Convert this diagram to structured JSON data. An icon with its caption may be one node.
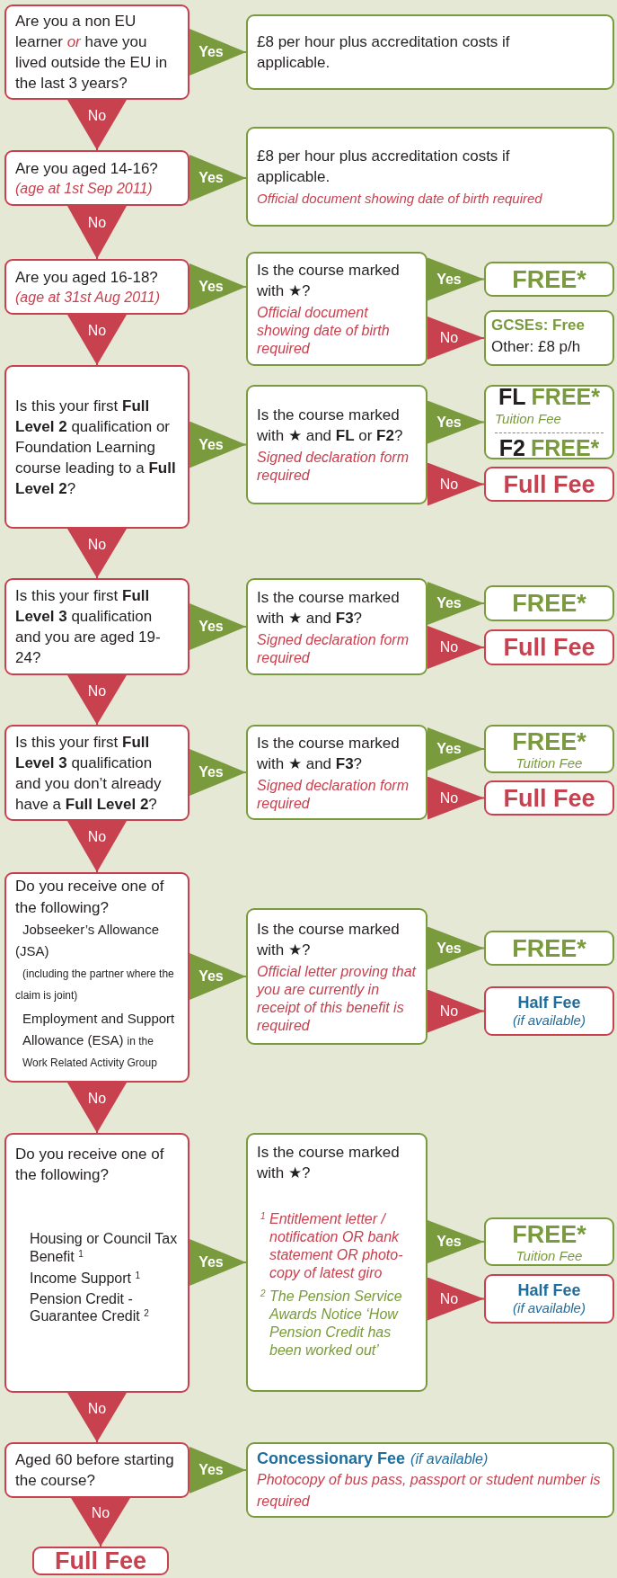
{
  "diagram": {
    "nodes": [
      {
        "text": [
          "Are you a non EU learner *or* have you lived outside the EU in the last 3 years?"
        ]
      },
      {
        "text": [
          "£8 per hour plus accreditation costs if applicable."
        ]
      },
      {
        "text": [
          "Are you aged 14-16?",
          "(age at 1st Sep 2011)"
        ]
      },
      {
        "text": [
          "£8 per hour plus accreditation costs if applicable.",
          "Official document showing date of birth required"
        ]
      },
      {
        "text": [
          "Are you aged 16-18?",
          "(age at 31st Aug 2011)"
        ]
      },
      {
        "text": [
          "Is the course marked with ★?",
          "Official document showing date of birth required"
        ]
      },
      {
        "text": [
          "FREE*"
        ]
      },
      {
        "text": [
          "GCSEs: Free",
          "Other: £8 p/h"
        ]
      },
      {
        "text": [
          "Is this your first **Full Level 2** qualification or Foundation Learning course leading to a **Full Level 2**?"
        ]
      },
      {
        "text": [
          "Is the course marked with ★ and **FL** or **F2**?",
          "Signed declaration form required"
        ]
      },
      {
        "text": [
          "FL",
          "FREE*",
          "Tuition Fee",
          "F2",
          "FREE*"
        ]
      },
      {
        "text": [
          "Full Fee"
        ]
      },
      {
        "text": [
          "Is this your first **Full Level 3** qualification and you are aged 19-24?"
        ]
      },
      {
        "text": [
          "Is the course marked with ★ and **F3**?",
          "Signed declaration form required"
        ]
      },
      {
        "text": [
          "FREE*"
        ]
      },
      {
        "text": [
          "Full Fee"
        ]
      },
      {
        "text": [
          "Is this your first **Full Level 3** qualification and you don’t already have a **Full Level 2**?"
        ]
      },
      {
        "text": [
          "Is the course marked with ★ and **F3**?",
          "Signed declaration form required"
        ]
      },
      {
        "text": [
          "FREE*",
          "Tuition Fee"
        ]
      },
      {
        "text": [
          "Full Fee"
        ]
      },
      {
        "text": [
          "Do you receive one of the following?",
          "Jobseeker’s Allowance (JSA)",
          "(including the partner where the claim is joint)",
          "Employment and Support Allowance (ESA)",
          "in the Work Related Activity Group"
        ]
      },
      {
        "text": [
          "Is the course marked with ★?",
          "Official letter proving that you are currently in receipt of this benefit is required"
        ]
      },
      {
        "text": [
          "FREE*"
        ]
      },
      {
        "text": [
          "Half Fee",
          "(if available)"
        ]
      },
      {
        "text": [
          "Do you receive one of the following?",
          "Housing or Council Tax Benefit $^{1}$",
          "Income Support $^{1}$",
          "Pension Credit - Guarantee Credit $^{2}$"
        ]
      },
      {
        "text": [
          "Is the course marked with ★?",
          "$^{1}$ Entitlement letter / notification OR bank statement OR photo-copy of latest giro",
          "$^{2}$ The Pension Service Awards Notice ‘How Pension Credit has been worked out’"
        ]
      },
      {
        "text": [
          "FREE*",
          "Tuition Fee"
        ]
      },
      {
        "text": [
          "Half Fee",
          "(if available)"
        ]
      },
      {
        "text": [
          "Aged 60 before starting the course?"
        ]
      },
      {
        "text": [
          "Concessionary Fee",
          "(if available)",
          "Photocopy of bus pass, passport or student number is required"
        ]
      },
      {
        "text": [
          "Full Fee"
        ]
      }
    ],
    "edges": [
      {
        "from": 0,
        "to": 1,
        "arrow": "to",
        "label": "Yes"
      },
      {
        "from": 0,
        "to": 2,
        "arrow": "to",
        "label": "No",
        "color": "#c8414f"
      },
      {
        "from": 2,
        "to": 3,
        "arrow": "to",
        "label": "Yes"
      },
      {
        "from": 2,
        "to": 4,
        "arrow": "to",
        "label": "No",
        "color": "#c8414f"
      },
      {
        "from": 4,
        "to": 5,
        "arrow": "to",
        "label": "Yes"
      },
      {
        "from": 5,
        "to": 6,
        "arrow": "to",
        "label": "Yes"
      },
      {
        "from": 5,
        "to": 7,
        "arrow": "to",
        "label": "No",
        "color": "#c8414f"
      },
      {
        "from": 4,
        "to": 8,
        "arrow": "to",
        "label": "No",
        "color": "#c8414f"
      },
      {
        "from": 8,
        "to": 9,
        "arrow": "to",
        "label": "Yes"
      },
      {
        "from": 9,
        "to": 10,
        "arrow": "to",
        "label": "Yes"
      },
      {
        "from": 9,
        "to": 11,
        "arrow": "to",
        "label": "No",
        "color": "#c8414f"
      },
      {
        "from": 8,
        "to": 12,
        "arrow": "to",
        "label": "No",
        "color": "#c8414f"
      },
      {
        "from": 12,
        "to": 13,
        "arrow": "to",
        "label": "Yes"
      },
      {
        "from": 13,
        "to": 14,
        "arrow": "to",
        "label": "Yes"
      },
      {
        "from": 13,
        "to": 15,
        "arrow": "to",
        "label": "No",
        "color": "#c8414f"
      },
      {
        "from": 12,
        "to": 16,
        "arrow": "to",
        "label": "No",
        "color": "#c8414f"
      },
      {
        "from": 16,
        "to": 17,
        "arrow": "to",
        "label": "Yes"
      },
      {
        "from": 17,
        "to": 18,
        "arrow": "to",
        "label": "Yes"
      },
      {
        "from": 17,
        "to": 19,
        "arrow": "to",
        "label": "No",
        "color": "#c8414f"
      },
      {
        "from": 16,
        "to": 20,
        "arrow": "to",
        "label": "No",
        "color": "#c8414f"
      },
      {
        "from": 20,
        "to": 21,
        "arrow": "to",
        "label": "Yes"
      },
      {
        "from": 21,
        "to": 22,
        "arrow": "to",
        "label": "Yes"
      },
      {
        "from": 21,
        "to": 23,
        "arrow": "to",
        "label": "No",
        "color": "#c8414f"
      },
      {
        "from": 20,
        "to": 24,
        "arrow": "to",
        "label": "No",
        "color": "#c8414f"
      },
      {
        "from": 24,
        "to": 25,
        "arrow": "to",
        "label": "Yes"
      },
      {
        "from": 25,
        "to": 26,
        "arrow": "to",
        "label": "Yes"
      },
      {
        "from": 25,
        "to": 27,
        "arrow": "to",
        "label": "No",
        "color": "#c8414f"
      },
      {
        "from": 24,
        "to": 28,
        "arrow": "to",
        "label": "No",
        "color": "#c8414f"
      },
      {
        "from": 28,
        "to": 29,
        "arrow": "to",
        "label": "Yes"
      },
      {
        "from": 28,
        "to": 30,
        "arrow": "to",
        "label": "No",
        "color": "#c8414f"
      }
    ]
  }
}
